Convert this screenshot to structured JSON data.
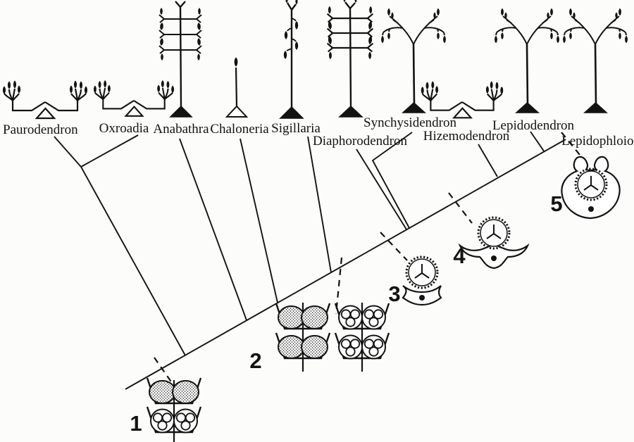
{
  "diagram": {
    "type": "cladogram",
    "taxa": [
      {
        "name": "Paurodendron",
        "icon": "creeping-lycopsid-icon"
      },
      {
        "name": "Oxroadia",
        "icon": "creeping-lycopsid-icon"
      },
      {
        "name": "Anabathra",
        "icon": "columnar-tiered-tree-icon"
      },
      {
        "name": "Chaloneria",
        "icon": "small-upright-plant-icon"
      },
      {
        "name": "Sigillaria",
        "icon": "hanging-cone-tree-icon"
      },
      {
        "name": "Diaphorodendron",
        "icon": "tiered-branch-tree-icon"
      },
      {
        "name": "Synchysidendron",
        "icon": "crown-tree-icon"
      },
      {
        "name": "Hizemodendron",
        "icon": "creeping-lycopsid-icon"
      },
      {
        "name": "Lepidodendron",
        "icon": "crown-tree-icon"
      },
      {
        "name": "Lepidophloios",
        "icon": "crown-tree-icon"
      }
    ],
    "characters": [
      {
        "number": "1",
        "icon": "bisporangiate-cone-icon"
      },
      {
        "number": "2",
        "icon": "paired-monosporangiate-cones-icon"
      },
      {
        "number": "3",
        "icon": "megaspore-on-sporophyll-icon"
      },
      {
        "number": "4",
        "icon": "megaspore-on-winged-sporophyll-icon"
      },
      {
        "number": "5",
        "icon": "enclosed-megaspore-icon"
      }
    ],
    "colors": {
      "ink": "#131313",
      "paper": "#fcfcfa"
    }
  }
}
